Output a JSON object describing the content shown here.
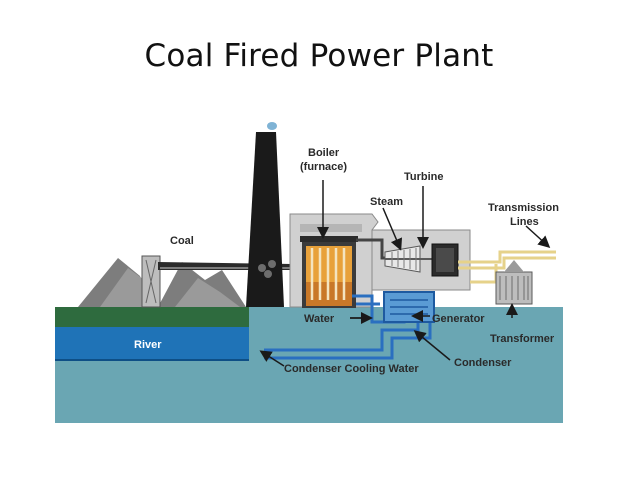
{
  "title": "Coal Fired Power Plant",
  "labels": {
    "boiler_line1": "Boiler",
    "boiler_line2": "(furnace)",
    "turbine": "Turbine",
    "steam": "Steam",
    "transmission_line1": "Transmission",
    "transmission_line2": "Lines",
    "coal": "Coal",
    "river": "River",
    "water": "Water",
    "generator": "Generator",
    "transformer": "Transformer",
    "condenser": "Condenser",
    "condenser_cooling_water": "Condenser Cooling Water"
  },
  "colors": {
    "water": "#6aa6b3",
    "river": "#1f73b7",
    "bank": "#2e6b3e",
    "pipe": "#2a6fc0",
    "building": "#d0d0d0",
    "chimney": "#1a1a1a",
    "coal_pile": "#7d7d7d",
    "fire": "#e8a13a",
    "transmission": "#e6d28a"
  }
}
